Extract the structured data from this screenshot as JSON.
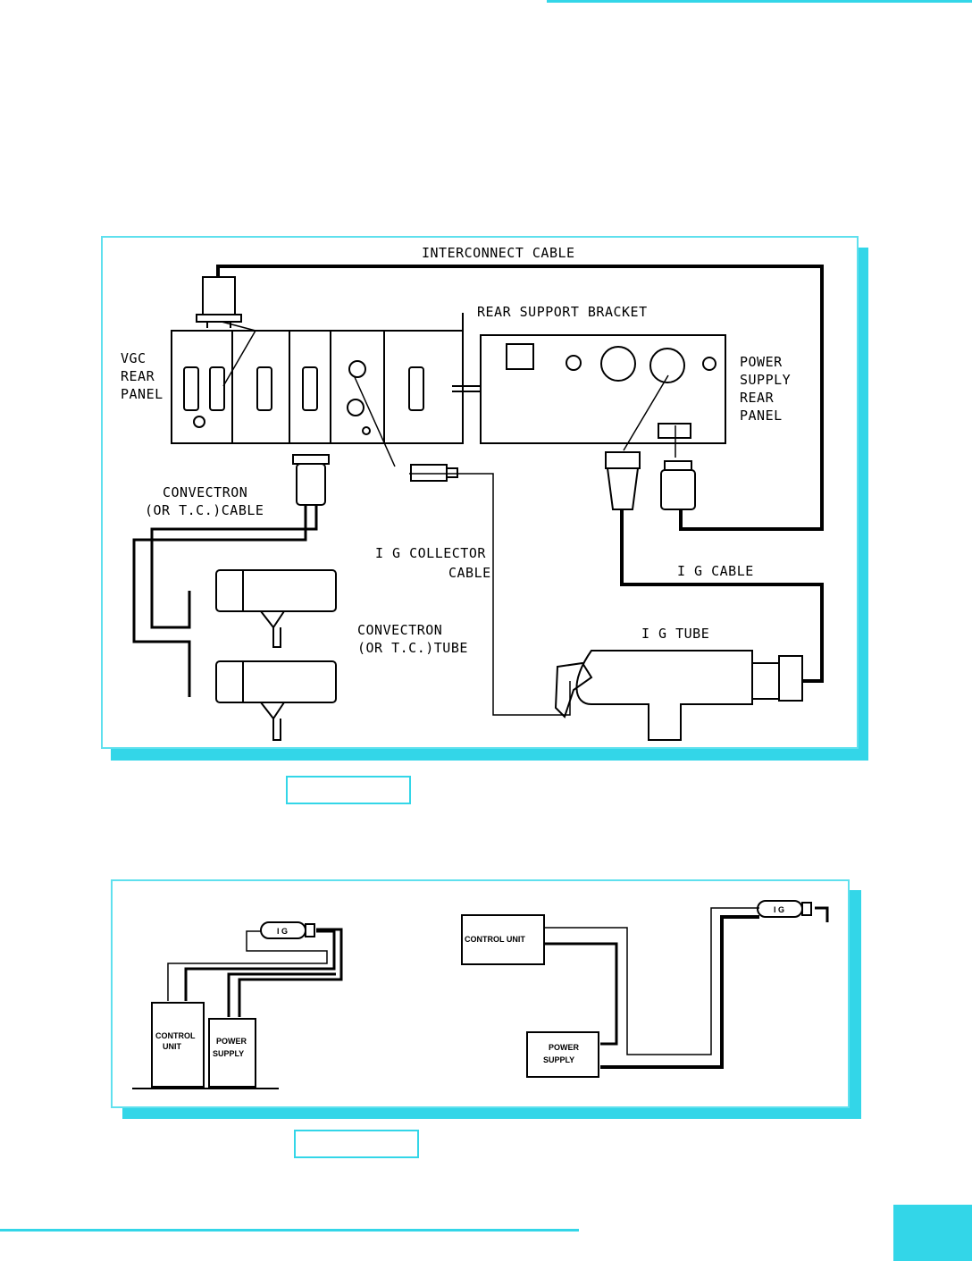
{
  "colors": {
    "accent": "#33d6e8",
    "ink": "#000000"
  },
  "fig1": {
    "interconnect_cable": "INTERCONNECT  CABLE",
    "rear_support_bracket": "REAR SUPPORT BRACKET",
    "vgc_rear_panel": [
      "VGC",
      "REAR",
      "PANEL"
    ],
    "power_supply_rear_panel": [
      "POWER",
      "SUPPLY",
      "REAR",
      "PANEL"
    ],
    "convectron_cable": [
      "CONVECTRON",
      "(OR T.C.)CABLE"
    ],
    "ig_collector_cable": [
      "I G COLLECTOR",
      "CABLE"
    ],
    "ig_cable": "I G CABLE",
    "convectron_tube": [
      "CONVECTRON",
      "(OR T.C.)TUBE"
    ],
    "ig_tube": "I G TUBE"
  },
  "fig2": {
    "ig_left": "I G",
    "control_unit_left": [
      "CONTROL",
      "UNIT"
    ],
    "power_supply_left": [
      "POWER",
      "SUPPLY"
    ],
    "control_unit_right": "CONTROL UNIT",
    "power_supply_right": [
      "POWER",
      "SUPPLY"
    ],
    "ig_right": "I G"
  }
}
